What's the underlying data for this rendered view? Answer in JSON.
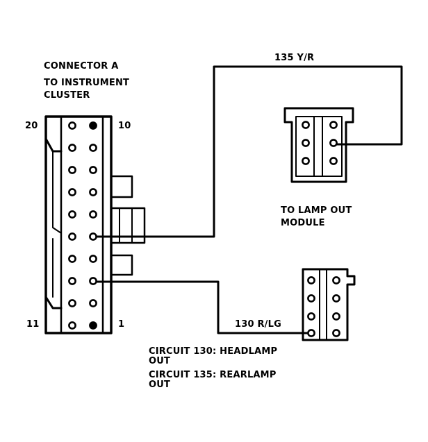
{
  "colors": {
    "ink": "#000000",
    "paper": "#ffffff"
  },
  "connector_a": {
    "title": "CONNECTOR A",
    "subtitle_line1": "TO INSTRUMENT",
    "subtitle_line2": "CLUSTER",
    "pin_20": "20",
    "pin_10": "10",
    "pin_11": "11",
    "pin_1": "1"
  },
  "wire_135": {
    "label": "135 Y/R"
  },
  "wire_130": {
    "label": "130 R/LG"
  },
  "lamp_out_module": {
    "label_line1": "TO LAMP OUT",
    "label_line2": "MODULE"
  },
  "legend": {
    "line1": "CIRCUIT 130: HEADLAMP",
    "line2": "OUT",
    "line3": "CIRCUIT 135: REARLAMP",
    "line4": "OUT"
  }
}
